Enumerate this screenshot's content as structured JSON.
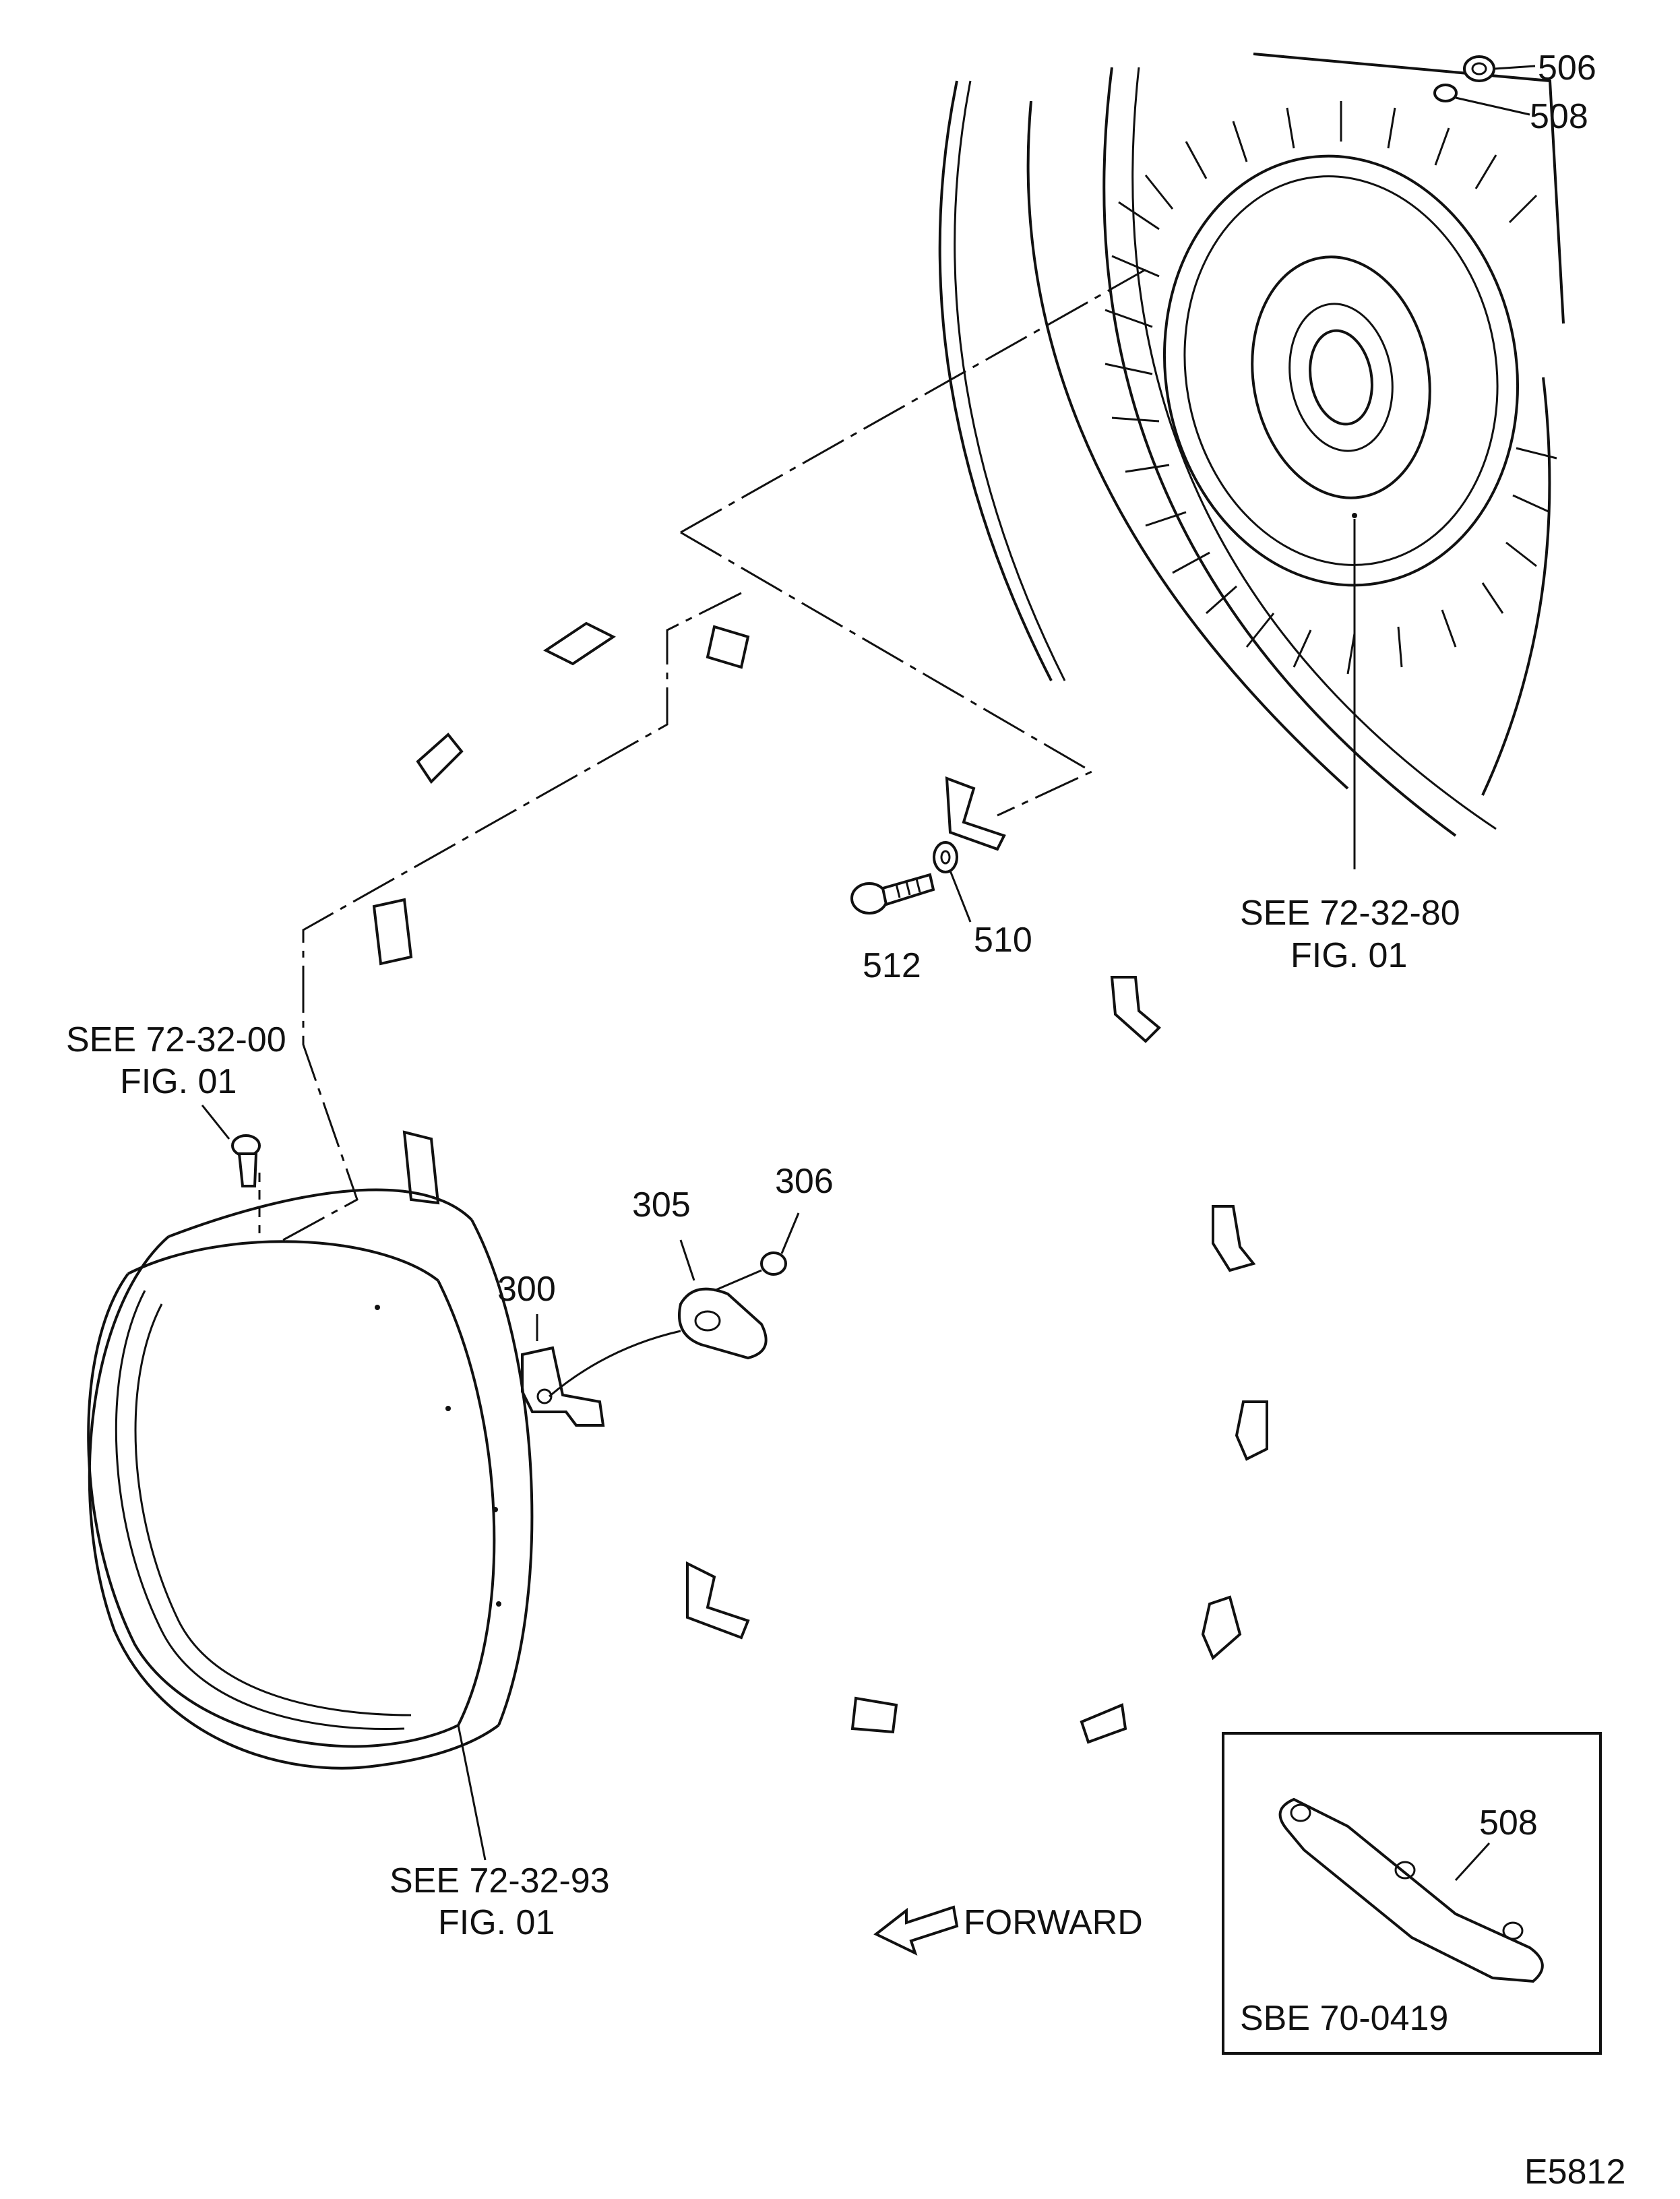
{
  "callouts": {
    "p506": "506",
    "p508_top": "508",
    "p510": "510",
    "p512": "512",
    "p305": "305",
    "p306": "306",
    "p300": "300",
    "p508_inset": "508"
  },
  "references": {
    "ref_72_32_80_line1": "SEE  72-32-80",
    "ref_72_32_80_line2": "FIG. 01",
    "ref_72_32_00_line1": "SEE  72-32-00",
    "ref_72_32_00_line2": "FIG. 01",
    "ref_72_32_93_line1": "SEE  72-32-93",
    "ref_72_32_93_line2": "FIG. 01"
  },
  "direction_label": "FORWARD",
  "inset_label": "SBE  70-0419",
  "figure_id": "E5812"
}
